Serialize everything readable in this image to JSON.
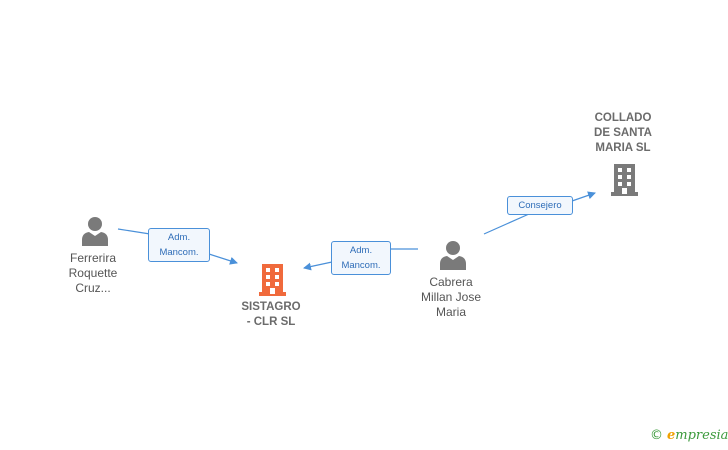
{
  "nodes": {
    "person_ferrerira": {
      "label": "Ferrerira\nRoquette\nCruz..."
    },
    "company_sistagro": {
      "label": "SISTAGRO\n-  CLR  SL"
    },
    "person_cabrera": {
      "label": "Cabrera\nMillan Jose\nMaria"
    },
    "company_collado": {
      "label": "COLLADO\nDE SANTA\nMARIA  SL"
    }
  },
  "edges": {
    "ferrerira_to_sistagro": {
      "label": "Adm.\nMancom."
    },
    "cabrera_to_sistagro": {
      "label": "Adm.\nMancom."
    },
    "cabrera_to_collado": {
      "label": "Consejero"
    }
  },
  "colors": {
    "edge": "#4a90d9",
    "person_icon": "#7a7a7a",
    "main_company_icon": "#f06a3c",
    "company_icon": "#7a7a7a"
  },
  "footer": {
    "copyright_symbol": "©",
    "brand_initial": "e",
    "brand_rest": "mpresia"
  }
}
